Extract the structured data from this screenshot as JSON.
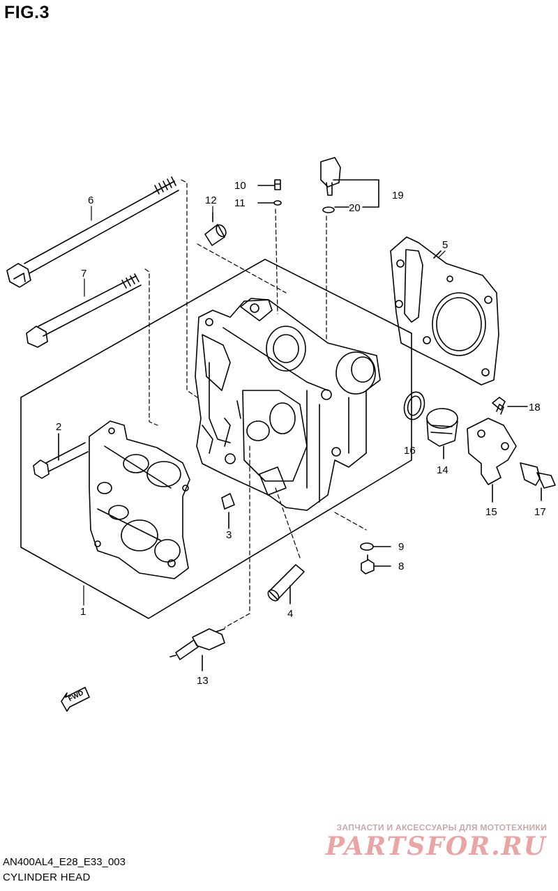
{
  "figure": {
    "title": "FIG.3"
  },
  "footer": {
    "code": "AN400AL4_E28_E33_003",
    "name": "CYLINDER HEAD"
  },
  "watermark": {
    "tagline": "ЗАПЧАСТИ И АКСЕССУАРЫ ДЛЯ МОТОТЕХНИКИ",
    "brand": "PARTSFOR.RU"
  },
  "fwd_label": "FWD",
  "callouts": {
    "c1": "1",
    "c2": "2",
    "c3": "3",
    "c4": "4",
    "c5": "5",
    "c6": "6",
    "c7": "7",
    "c8": "8",
    "c9": "9",
    "c10": "10",
    "c11": "11",
    "c12": "12",
    "c13": "13",
    "c14": "14",
    "c15": "15",
    "c16": "16",
    "c17": "17",
    "c18": "18",
    "c19": "19",
    "c20": "20"
  }
}
